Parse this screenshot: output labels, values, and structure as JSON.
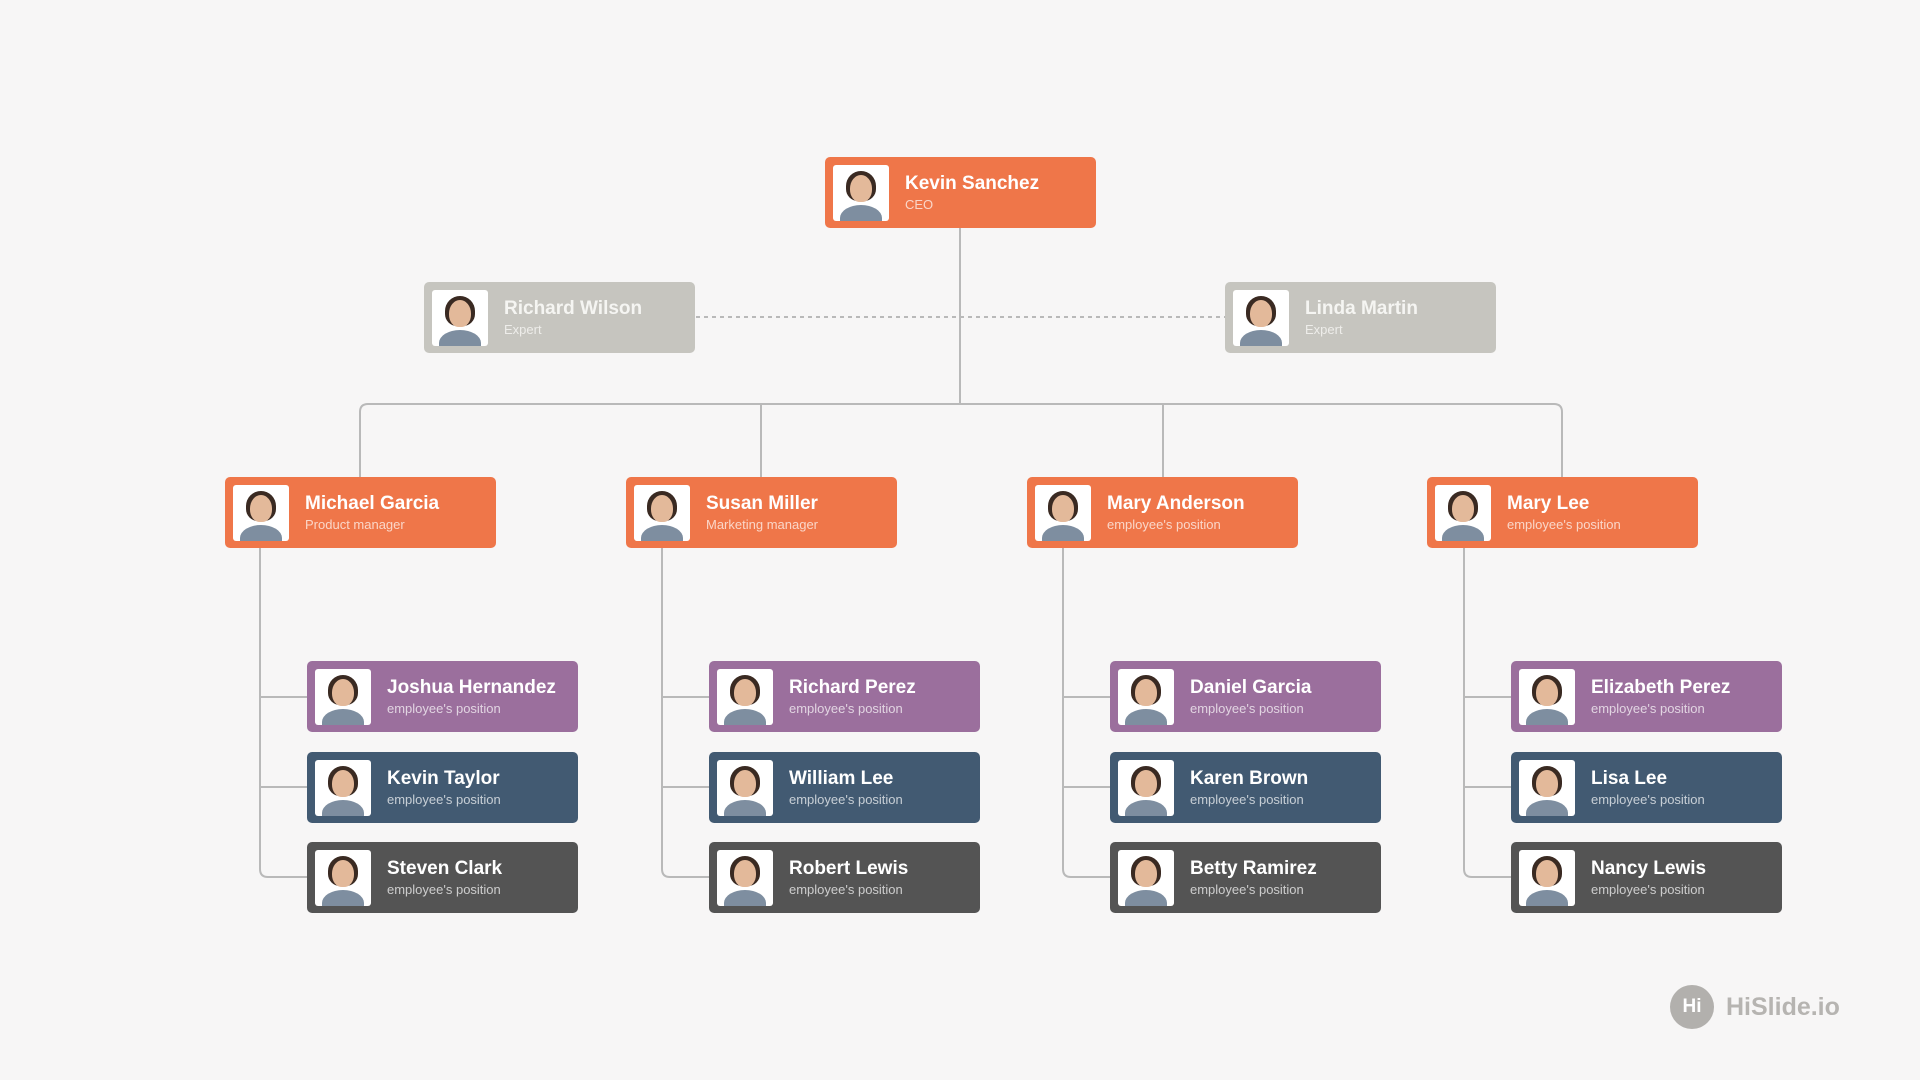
{
  "ceo": {
    "name": "Kevin Sanchez",
    "role": "CEO"
  },
  "advisors": [
    {
      "name": "Richard Wilson",
      "role": "Expert"
    },
    {
      "name": "Linda Martin",
      "role": "Expert"
    }
  ],
  "managers": [
    {
      "name": "Michael Garcia",
      "role": "Product manager",
      "reports": [
        {
          "name": "Joshua Hernandez",
          "role": "employee's position"
        },
        {
          "name": "Kevin Taylor",
          "role": "employee's position"
        },
        {
          "name": "Steven Clark",
          "role": "employee's position"
        }
      ]
    },
    {
      "name": "Susan Miller",
      "role": "Marketing manager",
      "reports": [
        {
          "name": "Richard Perez",
          "role": "employee's position"
        },
        {
          "name": "William Lee",
          "role": "employee's position"
        },
        {
          "name": "Robert Lewis",
          "role": "employee's position"
        }
      ]
    },
    {
      "name": "Mary Anderson",
      "role": "employee's position",
      "reports": [
        {
          "name": "Daniel Garcia",
          "role": "employee's position"
        },
        {
          "name": "Karen Brown",
          "role": "employee's position"
        },
        {
          "name": "Betty Ramirez",
          "role": "employee's position"
        }
      ]
    },
    {
      "name": "Mary Lee",
      "role": "employee's position",
      "reports": [
        {
          "name": "Elizabeth Perez",
          "role": "employee's position"
        },
        {
          "name": "Lisa Lee",
          "role": "employee's position"
        },
        {
          "name": "Nancy Lewis",
          "role": "employee's position"
        }
      ]
    }
  ],
  "brand": {
    "logo_text": "Hi",
    "name": "HiSlide.io"
  },
  "colors": {
    "manager": "#ef7649",
    "advisor": "#c6c5bf",
    "tier1": "#9b6f9d",
    "tier2": "#425a72",
    "tier3": "#545454",
    "connector": "#b9b9b9"
  }
}
